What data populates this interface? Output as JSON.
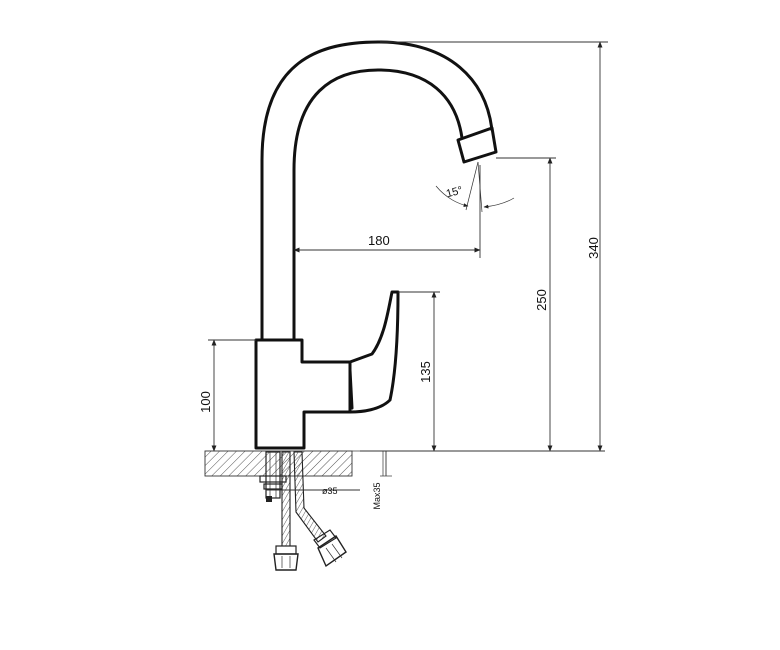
{
  "dimensions": {
    "spout_reach": "180",
    "overall_height": "340",
    "outlet_height": "250",
    "lever_height": "135",
    "body_height": "100",
    "spray_angle": "15°",
    "pipe_diameter": "ø35",
    "max_thickness": "Max35"
  },
  "colors": {
    "line": "#111111",
    "hatch": "#555555",
    "background": "#ffffff"
  }
}
